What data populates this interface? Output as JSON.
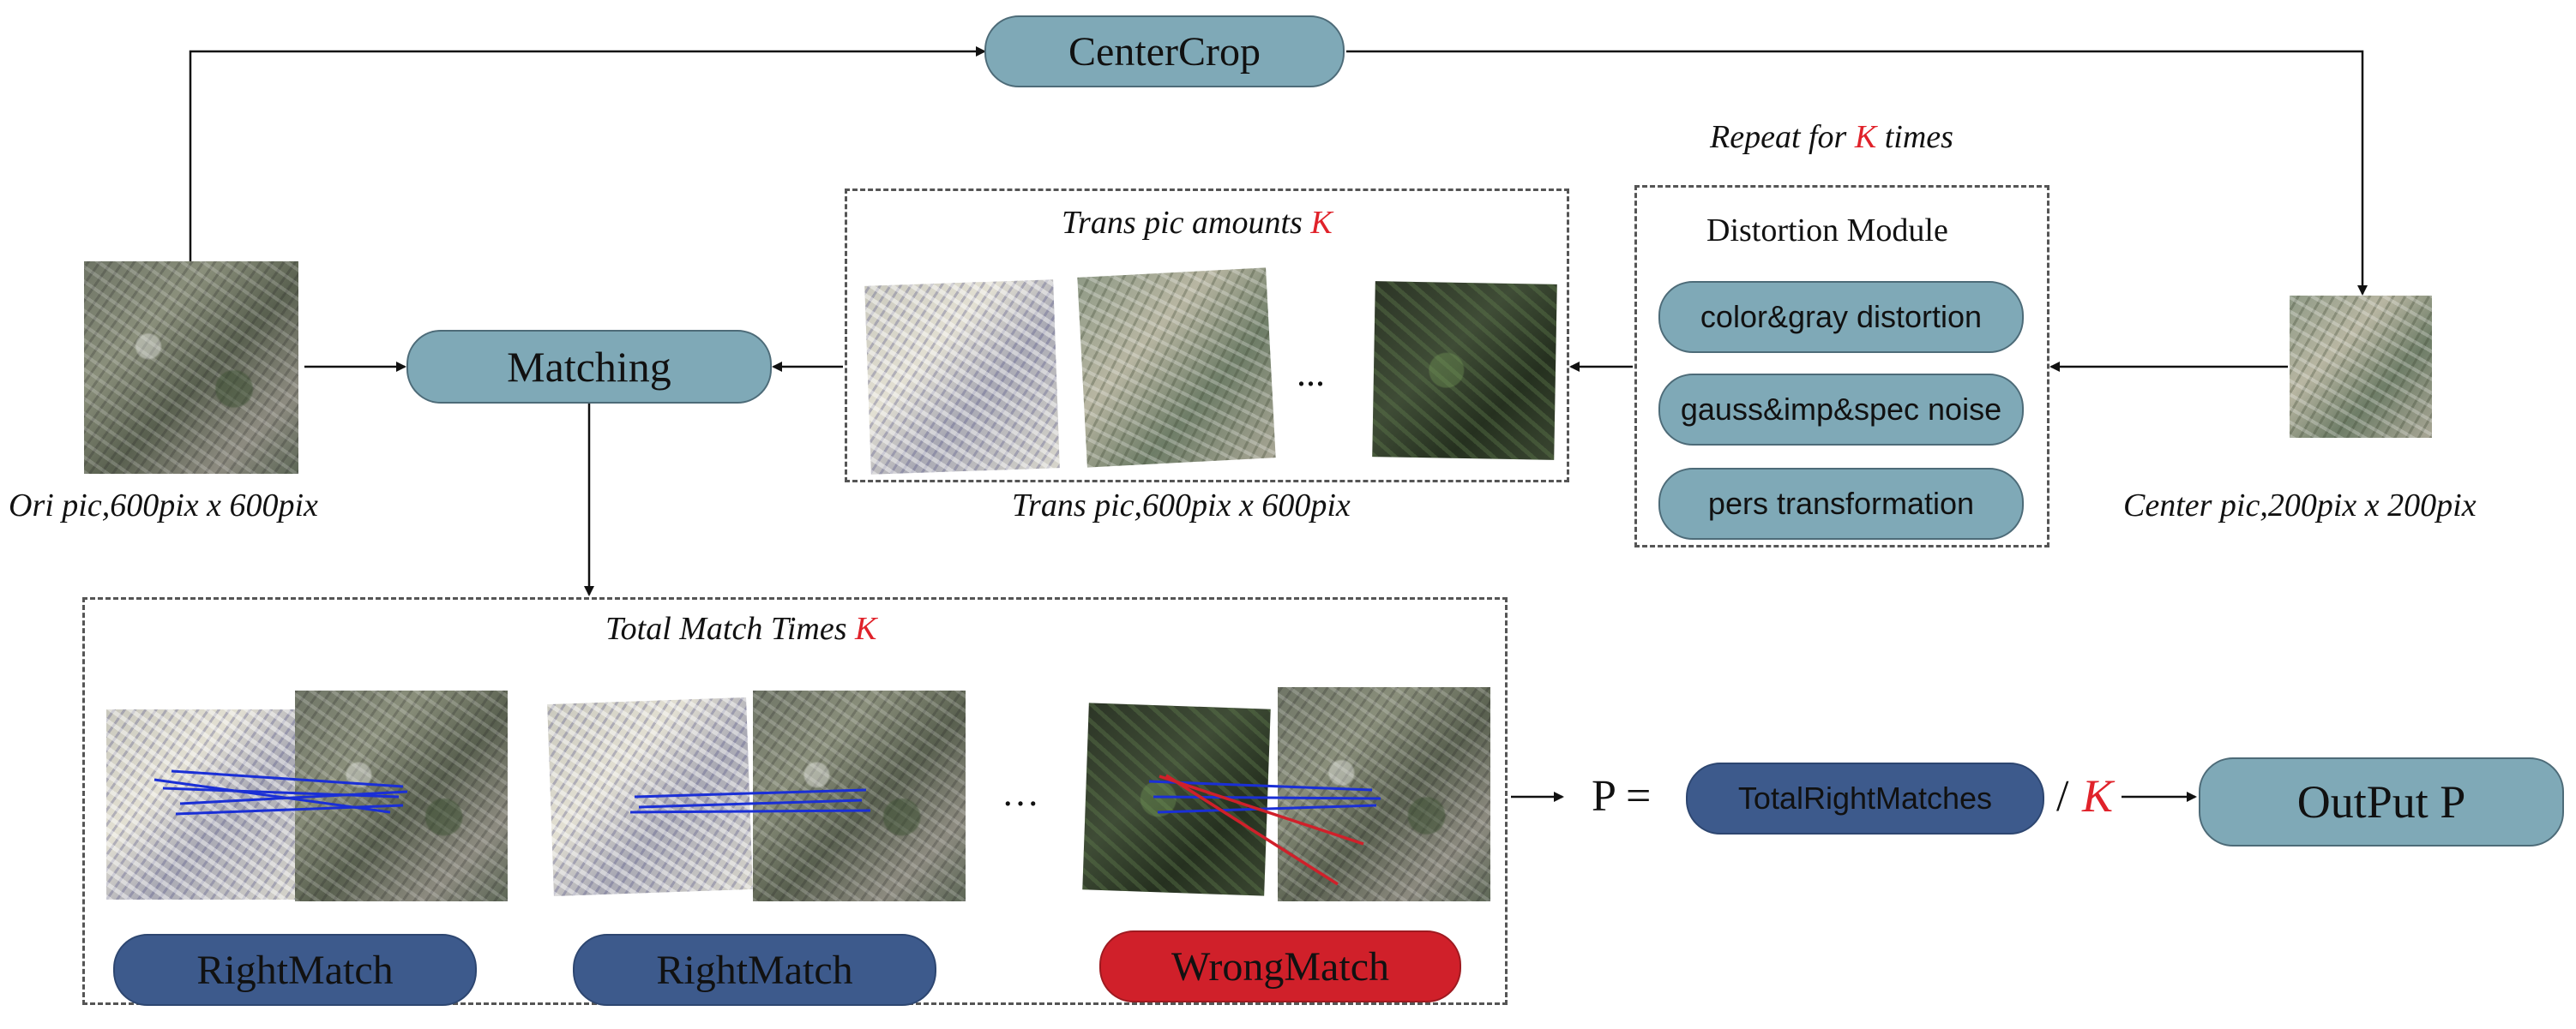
{
  "nodes": {
    "center_crop": "CenterCrop",
    "matching": "Matching",
    "distortion_title": "Distortion Module",
    "color_gray": "color&gray distortion",
    "noise": "gauss&imp&spec noise",
    "pers": "pers transformation",
    "right_match": "RightMatch",
    "wrong_match": "WrongMatch",
    "total_right": "TotalRightMatches",
    "output": "OutPut P"
  },
  "labels": {
    "ori_pic": "Ori pic,600pix x 600pix",
    "trans_pic": "Trans pic,600pix x 600pix",
    "center_pic": "Center pic,200pix x 200pix",
    "repeat_prefix": "Repeat for",
    "repeat_suffix": "times",
    "trans_amounts": "Trans pic amounts",
    "total_match": "Total Match Times",
    "k": "K",
    "ellipsis": "…",
    "ellipsis2": "...",
    "p_equals": "P =",
    "slash": "/"
  },
  "colors": {
    "teal": "#7fa9b7",
    "navy": "#3d5a8c",
    "red": "#d0202a",
    "accent_k": "#e0222a",
    "match_line": "#1a2fd6",
    "wrong_line": "#d0202a"
  }
}
